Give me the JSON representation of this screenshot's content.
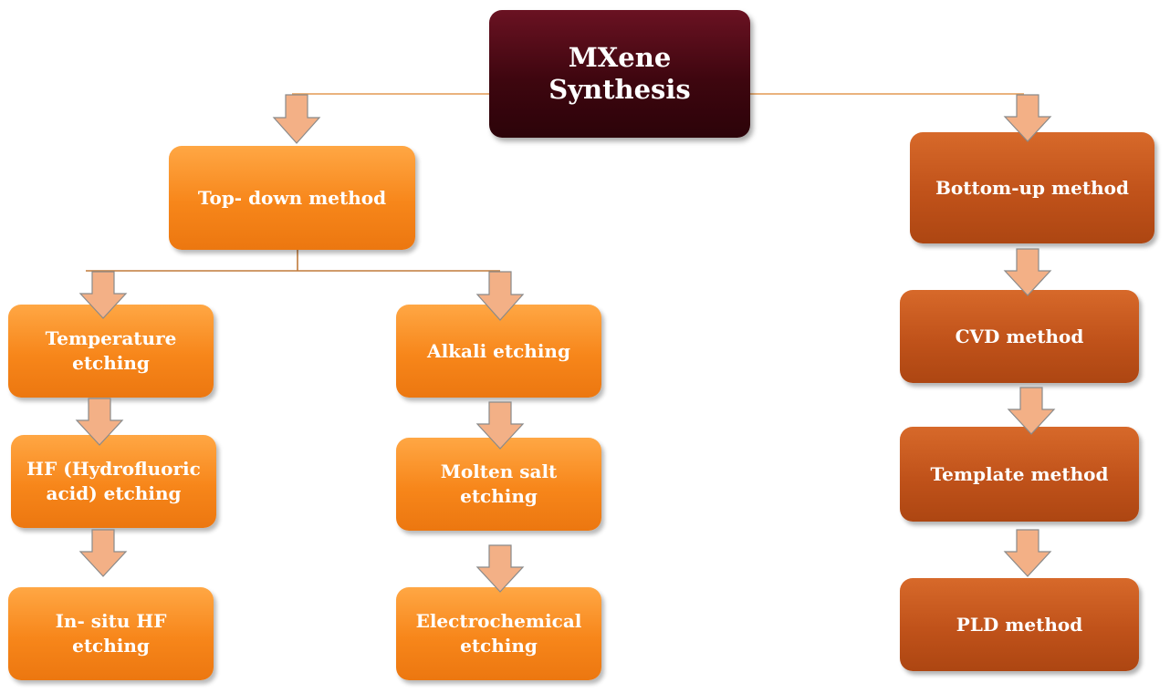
{
  "colors": {
    "root": "#4a0914",
    "top_down_branch": "#f7861a",
    "bottom_up_branch": "#c0521a",
    "arrow_fill": "#f3b086",
    "arrow_stroke": "#8a8a8a",
    "connector": "#e39a52"
  },
  "nodes": {
    "root": "MXene Synthesis",
    "top_down": "Top- down method",
    "temperature_etching": "Temperature etching",
    "hf_etching": "HF (Hydrofluoric acid) etching",
    "insitu_hf_etching": "In- situ HF etching",
    "alkali_etching": "Alkali etching",
    "molten_salt_etching": "Molten salt etching",
    "electrochemical_etching": "Electrochemical etching",
    "bottom_up": "Bottom-up method",
    "cvd": "CVD method",
    "template": "Template method",
    "pld": "PLD method"
  }
}
